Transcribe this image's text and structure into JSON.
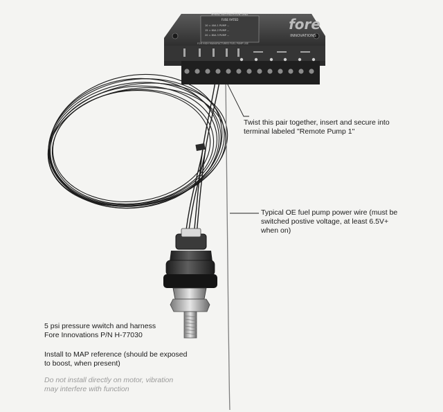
{
  "controller": {
    "brand_logo": "fore",
    "brand_sub": "INNOVATIONS",
    "header_text": "SPEED INSTALLATION ONLY",
    "fuse_title": "FUSE RATED",
    "fuse_rows": [
      "10 = 40A  1 PUMP  ...",
      "15 = 60A  2 PUMP ...",
      "20 = 80A  3 PUMP ..."
    ],
    "bottom_text": "FOR HIGH MANUFACTURED FUEL PUMP USE"
  },
  "callouts": {
    "twist_pair": "Twist this pair together, insert and secure into\nterminal labeled \"Remote Pump 1\"",
    "oe_wire": "Typical OE fuel pump power wire (must be\nswitched postive voltage, at least 6.5V+\nwhen on)",
    "switch_title": "5 psi pressure wwitch and harness\nFore Innovations P/N H-77030",
    "map_install": "Install to MAP reference (should be exposed\nto boost, when present)",
    "warning": "Do not install directly on motor, vibration\nmay interfere with function"
  }
}
